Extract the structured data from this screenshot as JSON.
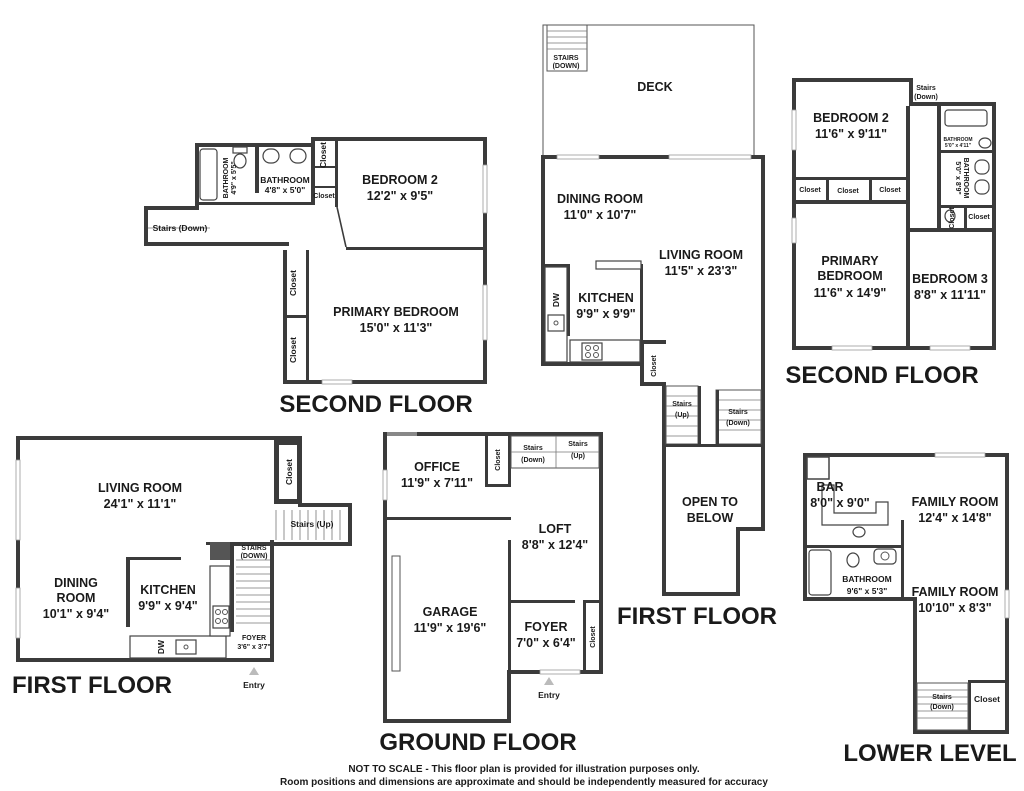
{
  "plans": {
    "second_floor_left": {
      "title": "SECOND FLOOR",
      "bathroom_a": {
        "name": "BATHROOM",
        "dims": "4'8\" x 5'0\""
      },
      "bathroom_b": {
        "name": "BATHROOM",
        "dims": "4'9\" x 5'5\""
      },
      "bedroom2": {
        "name": "BEDROOM 2",
        "dims": "12'2\" x 9'5\""
      },
      "primary": {
        "name": "PRIMARY BEDROOM",
        "dims": "15'0\" x 11'3\""
      },
      "closet_label": "Closet",
      "stairs": "Stairs (Down)"
    },
    "first_floor_left": {
      "title": "FIRST FLOOR",
      "living": {
        "name": "LIVING ROOM",
        "dims": "24'1\" x 11'1\""
      },
      "dining": {
        "name": [
          "DINING",
          "ROOM"
        ],
        "dims": "10'1\" x 9'4\""
      },
      "kitchen": {
        "name": "KITCHEN",
        "dims": "9'9\" x 9'4\""
      },
      "closet_label": "Closet",
      "stairs_up": "Stairs (Up)",
      "stairs_down": [
        "STAIRS",
        "(DOWN)"
      ],
      "foyer": {
        "name": "FOYER",
        "dims": "3'6\" x 3'7\""
      },
      "entry": "Entry",
      "dw": "DW"
    },
    "ground_floor": {
      "title": "GROUND FLOOR",
      "office": {
        "name": "OFFICE",
        "dims": "11'9\" x 7'11\""
      },
      "loft": {
        "name": "LOFT",
        "dims": "8'8\" x 12'4\""
      },
      "garage": {
        "name": "GARAGE",
        "dims": "11'9\" x 19'6\""
      },
      "foyer": {
        "name": "FOYER",
        "dims": "7'0\" x 6'4\""
      },
      "closet_label": "Closet",
      "stairs_down": [
        "Stairs",
        "(Down)"
      ],
      "stairs_up": [
        "Stairs",
        "(Up)"
      ],
      "entry": "Entry"
    },
    "first_floor_center": {
      "title": "FIRST FLOOR",
      "deck": "DECK",
      "deck_stairs": [
        "STAIRS",
        "(DOWN)"
      ],
      "dining": {
        "name": "DINING ROOM",
        "dims": "11'0\" x 10'7\""
      },
      "living": {
        "name": "LIVING ROOM",
        "dims": "11'5\" x 23'3\""
      },
      "kitchen": {
        "name": "KITCHEN",
        "dims": "9'9\" x 9'9\""
      },
      "closet_label": "Closet",
      "stairs_up": [
        "Stairs",
        "(Up)"
      ],
      "stairs_down": [
        "Stairs",
        "(Down)"
      ],
      "open_below": [
        "OPEN TO",
        "BELOW"
      ],
      "dw": "DW"
    },
    "second_floor_right": {
      "title": "SECOND FLOOR",
      "bedroom2": {
        "name": "BEDROOM 2",
        "dims": "11'6\" x 9'11\""
      },
      "primary": {
        "name": [
          "PRIMARY",
          "BEDROOM"
        ],
        "dims": "11'6\" x 14'9\""
      },
      "bedroom3": {
        "name": "BEDROOM 3",
        "dims": "8'8\" x 11'11\""
      },
      "closet_label": "Closet",
      "stairs": [
        "Stairs",
        "(Down)"
      ],
      "bath_small": {
        "name": "BATHROOM",
        "dims": "5'0\" x 4'11\""
      },
      "bath_vert": {
        "name": "BATHROOM",
        "dims": "5'0\" x 8'9\""
      }
    },
    "lower_level": {
      "title": "LOWER LEVEL",
      "bar": {
        "name": "BAR",
        "dims": "8'0\" x 9'0\""
      },
      "family1": {
        "name": "FAMILY ROOM",
        "dims": "12'4\" x 14'8\""
      },
      "bathroom": {
        "name": "BATHROOM",
        "dims": "9'6\" x 5'3\""
      },
      "family2": {
        "name": "FAMILY ROOM",
        "dims": "10'10\" x 8'3\""
      },
      "stairs": [
        "Stairs",
        "(Down)"
      ],
      "closet_label": "Closet"
    }
  },
  "disclaimer": {
    "line1": "NOT TO SCALE - This floor plan is provided for illustration purposes only.",
    "line2": "Room positions and dimensions are approximate and should be independently measured for accuracy"
  }
}
